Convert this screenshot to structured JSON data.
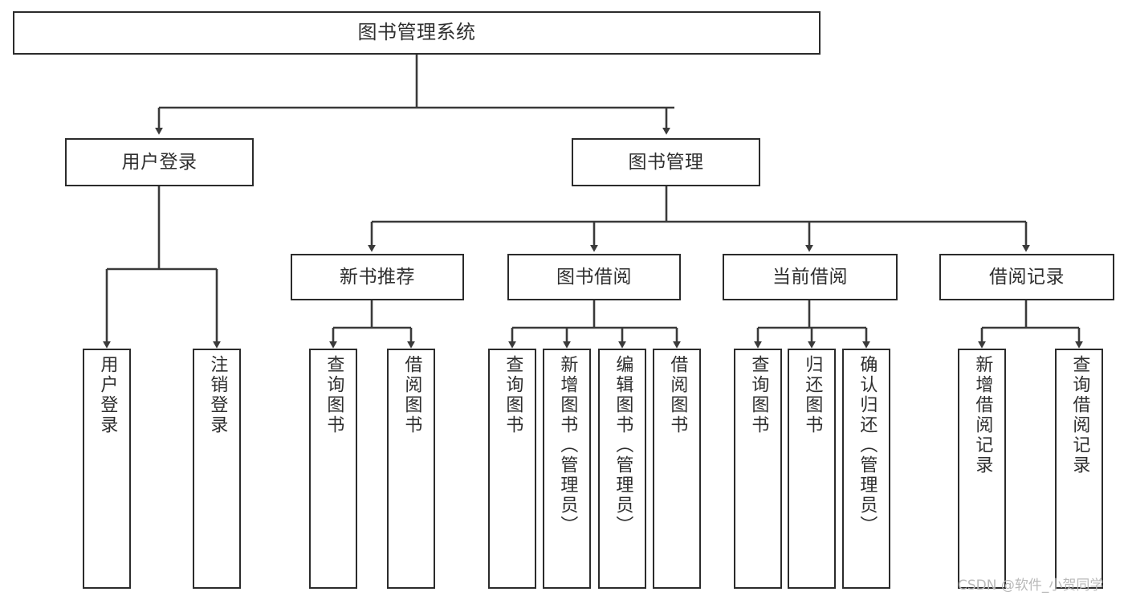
{
  "diagram": {
    "title": "图书管理系统",
    "type": "tree-hierarchy-chart",
    "root": {
      "id": "root",
      "label": "图书管理系统"
    },
    "level2": [
      {
        "id": "user-login",
        "label": "用户登录"
      },
      {
        "id": "book-manage",
        "label": "图书管理"
      }
    ],
    "level3": [
      {
        "id": "new-book-recommend",
        "label": "新书推荐",
        "parent": "book-manage"
      },
      {
        "id": "book-borrow",
        "label": "图书借阅",
        "parent": "book-manage"
      },
      {
        "id": "current-borrow",
        "label": "当前借阅",
        "parent": "book-manage"
      },
      {
        "id": "borrow-record",
        "label": "借阅记录",
        "parent": "book-manage"
      }
    ],
    "leaves": [
      {
        "id": "leaf-user-login",
        "label": "用户登录",
        "parent": "user-login"
      },
      {
        "id": "leaf-logout-login",
        "label": "注销登录",
        "parent": "user-login"
      },
      {
        "id": "leaf-query-book-1",
        "label": "查询图书",
        "parent": "new-book-recommend"
      },
      {
        "id": "leaf-borrow-book-1",
        "label": "借阅图书",
        "parent": "new-book-recommend"
      },
      {
        "id": "leaf-query-book-2",
        "label": "查询图书",
        "parent": "book-borrow"
      },
      {
        "id": "leaf-add-book",
        "label": "新增图书（管理员）",
        "parent": "book-borrow"
      },
      {
        "id": "leaf-edit-book",
        "label": "编辑图书（管理员）",
        "parent": "book-borrow"
      },
      {
        "id": "leaf-borrow-book-2",
        "label": "借阅图书",
        "parent": "book-borrow"
      },
      {
        "id": "leaf-query-book-3",
        "label": "查询图书",
        "parent": "current-borrow"
      },
      {
        "id": "leaf-return-book",
        "label": "归还图书",
        "parent": "current-borrow"
      },
      {
        "id": "leaf-confirm-return",
        "label": "确认归还（管理员）",
        "parent": "current-borrow"
      },
      {
        "id": "leaf-add-record",
        "label": "新增借阅记录",
        "parent": "borrow-record"
      },
      {
        "id": "leaf-query-record",
        "label": "查询借阅记录",
        "parent": "borrow-record"
      }
    ],
    "colors": {
      "node_border": "#2b2b2b",
      "node_fill": "#ffffff",
      "connector": "#3a3a3a",
      "text": "#2f2f2f",
      "background": "#ffffff",
      "watermark": "#b9b9b9"
    }
  },
  "watermark": {
    "text": "CSDN @软件_小贺同学"
  }
}
